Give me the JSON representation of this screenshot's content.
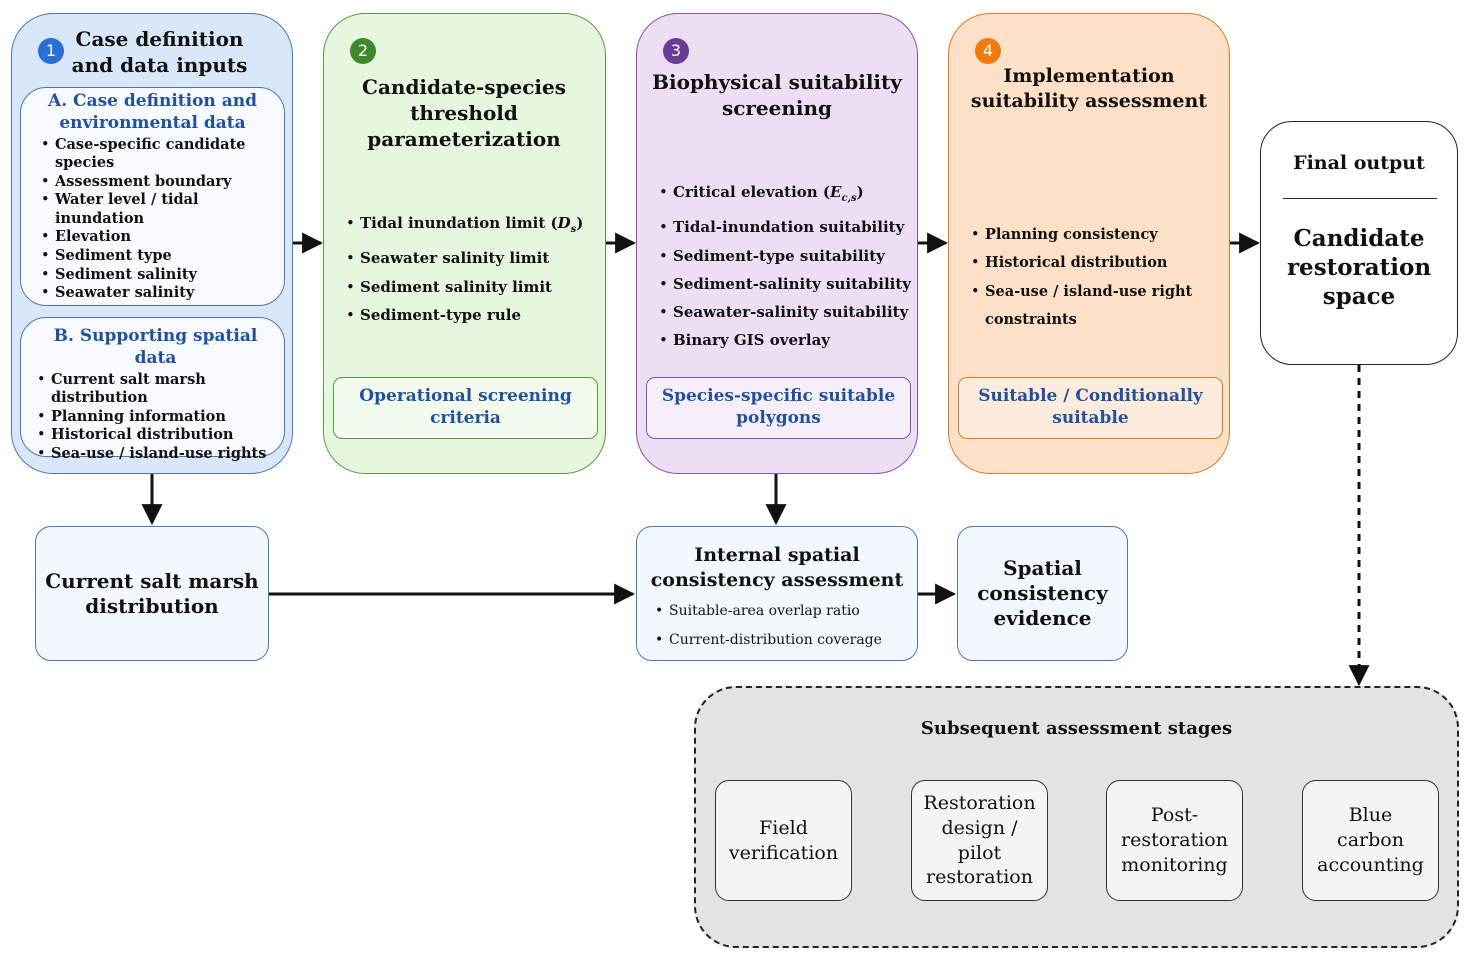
{
  "stage1": {
    "badge": "1",
    "title_line1": "Case definition",
    "title_line2": "and data inputs",
    "sectionA": {
      "title_line1": "A. Case definition and",
      "title_line2": "environmental data",
      "items": [
        {
          "l1": "Case-specific candidate",
          "l2": "species"
        },
        {
          "l1": "Assessment boundary",
          "l2": ""
        },
        {
          "l1": "Water level / tidal",
          "l2": "inundation"
        },
        {
          "l1": "Elevation",
          "l2": ""
        },
        {
          "l1": "Sediment type",
          "l2": ""
        },
        {
          "l1": "Sediment salinity",
          "l2": ""
        },
        {
          "l1": "Seawater salinity",
          "l2": ""
        }
      ]
    },
    "sectionB": {
      "title": "B. Supporting spatial data",
      "items": [
        {
          "l1": "Current salt marsh",
          "l2": "distribution"
        },
        {
          "l1": "Planning information",
          "l2": ""
        },
        {
          "l1": "Historical distribution",
          "l2": ""
        },
        {
          "l1": "Sea-use / island-use rights",
          "l2": ""
        }
      ]
    }
  },
  "stage2": {
    "badge": "2",
    "title_line1": "Candidate-species",
    "title_line2": "threshold",
    "title_line3": "parameterization",
    "item1_pre": "Tidal inundation limit (",
    "item1_var": "D",
    "item1_sub": "s",
    "item1_post": ")",
    "items": [
      "Seawater salinity limit",
      "Sediment salinity limit",
      "Sediment-type rule"
    ],
    "output_line1": "Operational screening",
    "output_line2": "criteria"
  },
  "stage3": {
    "badge": "3",
    "title_line1": "Biophysical suitability",
    "title_line2": "screening",
    "item1_pre": "Critical elevation (",
    "item1_var": "E",
    "item1_sub": "c,s",
    "item1_post": ")",
    "items": [
      "Tidal-inundation suitability",
      "Sediment-type suitability",
      "Sediment-salinity suitability",
      "Seawater-salinity suitability",
      "Binary GIS overlay"
    ],
    "output_line1": "Species-specific suitable",
    "output_line2": "polygons"
  },
  "stage4": {
    "badge": "4",
    "title_line1": "Implementation",
    "title_line2": "suitability assessment",
    "items": [
      "Planning consistency",
      "Historical distribution",
      "Sea-use / island-use right"
    ],
    "item3_cont": "constraints",
    "output_line1": "Suitable / Conditionally",
    "output_line2": "suitable"
  },
  "final": {
    "header": "Final output",
    "line1": "Candidate",
    "line2": "restoration",
    "line3": "space"
  },
  "current": {
    "line1": "Current salt marsh",
    "line2": "distribution"
  },
  "internal": {
    "title_line1": "Internal spatial",
    "title_line2": "consistency assessment",
    "items": [
      "Suitable-area overlap ratio",
      "Current-distribution coverage"
    ]
  },
  "evidence": {
    "line1": "Spatial",
    "line2": "consistency",
    "line3": "evidence"
  },
  "subsequent": {
    "title": "Subsequent assessment stages",
    "steps": [
      {
        "lines": [
          "Field",
          "verification"
        ]
      },
      {
        "lines": [
          "Restoration",
          "design /",
          "pilot",
          "restoration"
        ]
      },
      {
        "lines": [
          "Post-",
          "restoration",
          "monitoring"
        ]
      },
      {
        "lines": [
          "Blue",
          "carbon",
          "accounting"
        ]
      }
    ]
  },
  "colors": {
    "stage1": "#4a76b8",
    "stage2": "#5a9a3e",
    "stage3": "#8a4fb0",
    "stage4": "#e07a22",
    "heading_blue": "#2150a0"
  }
}
